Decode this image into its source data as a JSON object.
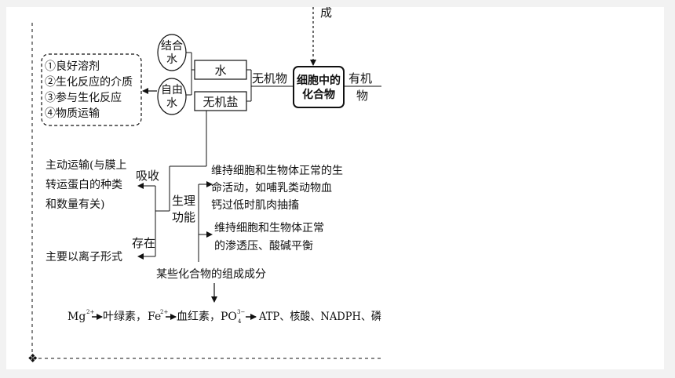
{
  "diagram": {
    "top_cut_label": "成",
    "bound_water": [
      "结合",
      "水"
    ],
    "free_water": [
      "自由",
      "水"
    ],
    "water": "水",
    "inorganic_salt": "无机盐",
    "inorganic_compounds": "无机物",
    "cell_compounds": [
      "细胞中的",
      "化合物"
    ],
    "organic_compounds": [
      "有机",
      "物"
    ],
    "water_functions": [
      "①良好溶剂",
      "②生化反应的介质",
      "③参与生化反应",
      "④物质运输"
    ],
    "absorption_note": [
      "主动运输(与膜上",
      "转运蛋白的种类",
      "和数量有关)"
    ],
    "absorption_label": "吸收",
    "existence_label": "存在",
    "existence_note": "主要以离子形式",
    "physiological_label": [
      "生理",
      "功能"
    ],
    "function_life": [
      "维持细胞和生物体正常的生",
      "命活动，如哺乳类动物血",
      "钙过低时肌肉抽搐"
    ],
    "function_balance": [
      "维持细胞和生物体正常",
      "的渗透压、酸碱平衡"
    ],
    "composition_label": "某些化合物的组成成分",
    "composition_examples": {
      "mg": "Mg",
      "mg_charge": "2+",
      "chlorophyll": "叶绿素，",
      "fe": "Fe",
      "fe_charge": "2+",
      "hemoglobin": "血红素，",
      "po": "PO",
      "po_sub": "4",
      "po_charge": "3−",
      "products": "ATP、核酸、NADPH、磷"
    }
  }
}
